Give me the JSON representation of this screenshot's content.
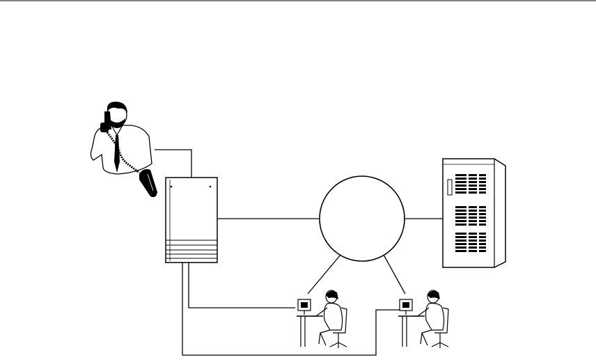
{
  "diagram": {
    "nodes": [
      {
        "id": "caller",
        "icon": "person-on-phone-icon"
      },
      {
        "id": "switch",
        "icon": "telephone-switch-cabinet-icon"
      },
      {
        "id": "network",
        "icon": "network-cloud-circle-icon"
      },
      {
        "id": "server",
        "icon": "server-rack-icon"
      },
      {
        "id": "agent-1",
        "icon": "agent-at-workstation-icon"
      },
      {
        "id": "agent-2",
        "icon": "agent-at-workstation-icon"
      }
    ],
    "connections": [
      {
        "from": "caller",
        "to": "switch"
      },
      {
        "from": "switch",
        "to": "network"
      },
      {
        "from": "network",
        "to": "server"
      },
      {
        "from": "network",
        "to": "agent-1"
      },
      {
        "from": "network",
        "to": "agent-2"
      },
      {
        "from": "switch",
        "to": "agent-1"
      },
      {
        "from": "switch",
        "to": "agent-2"
      }
    ],
    "colors": {
      "ink": "#000000",
      "background": "#ffffff"
    }
  }
}
